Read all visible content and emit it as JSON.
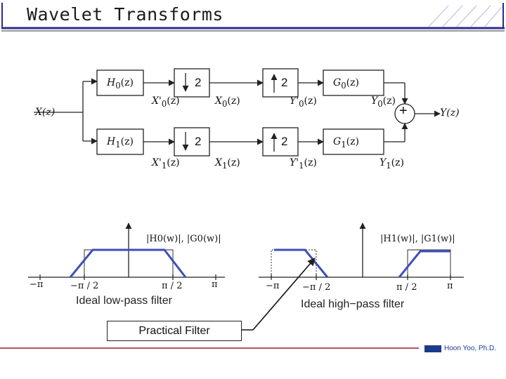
{
  "title": "Wavelet Transforms",
  "diagram": {
    "input": "X(z)",
    "output": "Y(z)",
    "sum_symbol": "+",
    "down_factor": "2",
    "up_factor": "2",
    "top": {
      "analysis": {
        "name": "H",
        "sub": "0",
        "arg": "(z)"
      },
      "after_filter": {
        "name": "X'",
        "sub": "0",
        "arg": "(z)"
      },
      "after_down": {
        "name": "X",
        "sub": "0",
        "arg": "(z)"
      },
      "after_up": {
        "name": "Y'",
        "sub": "0",
        "arg": "(z)"
      },
      "synthesis": {
        "name": "G",
        "sub": "0",
        "arg": "(z)"
      },
      "branch_out": {
        "name": "Y",
        "sub": "0",
        "arg": "(z)"
      }
    },
    "bottom": {
      "analysis": {
        "name": "H",
        "sub": "1",
        "arg": "(z)"
      },
      "after_filter": {
        "name": "X'",
        "sub": "1",
        "arg": "(z)"
      },
      "after_down": {
        "name": "X",
        "sub": "1",
        "arg": "(z)"
      },
      "after_up": {
        "name": "Y'",
        "sub": "1",
        "arg": "(z)"
      },
      "synthesis": {
        "name": "G",
        "sub": "1",
        "arg": "(z)"
      },
      "branch_out": {
        "name": "Y",
        "sub": "1",
        "arg": "(z)"
      }
    }
  },
  "lowpass": {
    "caption": "Ideal low-pass filter",
    "magnitude_label": "|H0(w)|, |G0(w)|",
    "ticks": [
      "−π",
      "−π / 2",
      "π / 2",
      "π"
    ]
  },
  "highpass": {
    "caption": "Ideal high−pass filter",
    "magnitude_label": "|H1(w)|, |G1(w)|",
    "ticks": [
      "−π",
      "−π / 2",
      "π / 2",
      "π"
    ]
  },
  "practical_label": "Practical Filter",
  "footer": {
    "brand": "Hoon Yoo, Ph.D."
  },
  "colors": {
    "accent": "#3c4fb8",
    "title_rule": "#2b2b8f",
    "title_shadow": "#9a9a9a",
    "footer_rule": "#9c1d2a"
  }
}
